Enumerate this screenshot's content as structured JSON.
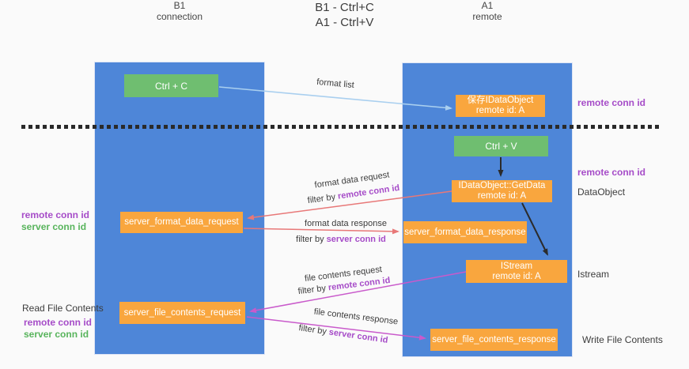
{
  "title": {
    "line1": "B1 - Ctrl+C",
    "line2": "A1 - Ctrl+V"
  },
  "columns": {
    "left": {
      "name": "B1",
      "role": "connection"
    },
    "right": {
      "name": "A1",
      "role": "remote"
    }
  },
  "boxes": {
    "ctrl_c": {
      "label": "Ctrl + C"
    },
    "ctrl_v": {
      "label": "Ctrl + V"
    },
    "save_dataobject": {
      "line1": "保存IDataObject",
      "line2": "remote id: A"
    },
    "getdata": {
      "line1": "IDataObject::GetData",
      "line2": "remote id: A"
    },
    "istream": {
      "line1": "IStream",
      "line2": "remote id: A"
    },
    "format_request": {
      "label": "server_format_data_request"
    },
    "format_response": {
      "label": "server_format_data_response"
    },
    "file_request": {
      "label": "server_file_contents_request"
    },
    "file_response": {
      "label": "server_file_contents_response"
    }
  },
  "arrow_labels": {
    "format_list": "format list",
    "format_data_request": "format data request",
    "format_data_response": "format data response",
    "file_contents_request": "file contents request",
    "file_contents_response": "file contents response",
    "filter_by": "filter by",
    "remote_conn_id": "remote conn id",
    "server_conn_id": "server conn id"
  },
  "side_labels": {
    "remote_conn_id": "remote conn id",
    "server_conn_id": "server conn id",
    "dataobject": "DataObject",
    "istream": "Istream",
    "read_file_contents": "Read File Contents",
    "write_file_contents": "Write File Contents"
  },
  "colors": {
    "column_blue": "#4E86D8",
    "box_green": "#6FBE70",
    "box_orange": "#F9A63E",
    "arrow_light_blue": "#A9CFEF",
    "arrow_salmon": "#E87878",
    "arrow_magenta": "#C95ACB",
    "arrow_black": "#2B2B2B",
    "label_purple": "#A64CC8",
    "label_green": "#58B45C",
    "text_dark": "#3C3C3C",
    "background": "#FAFAFA"
  }
}
